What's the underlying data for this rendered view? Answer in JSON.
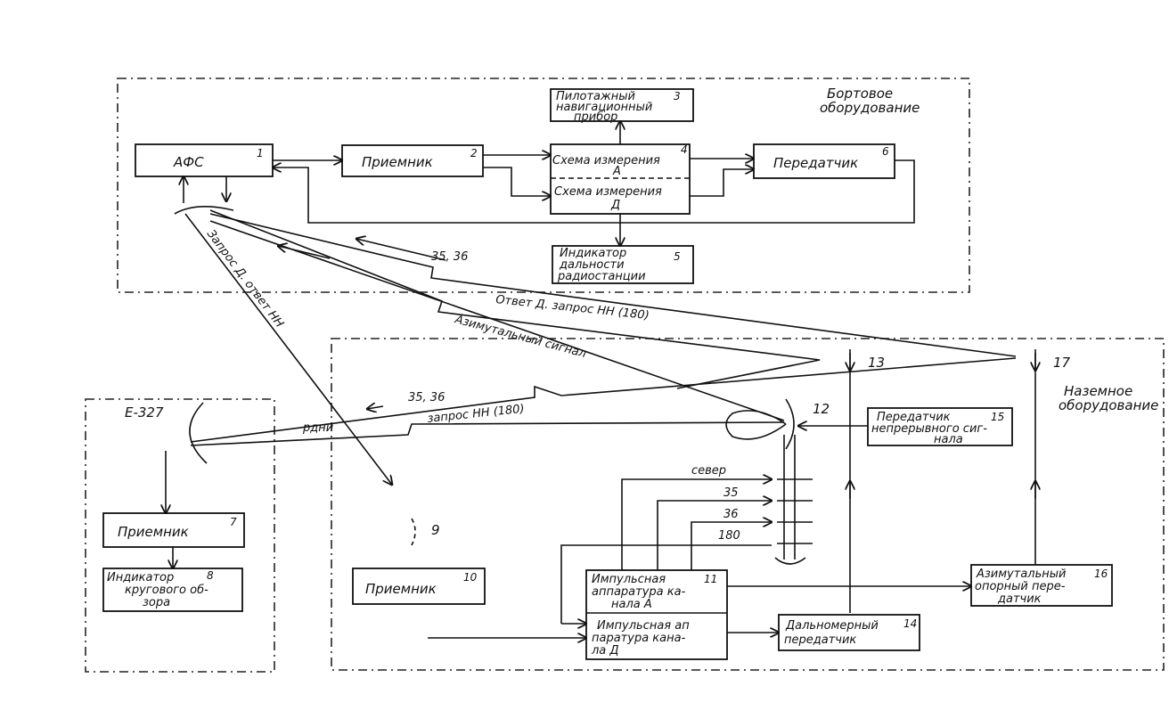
{
  "onboard": {
    "title": [
      "Бортовое",
      "оборудование"
    ],
    "afs": {
      "label": "АФС",
      "num": "1"
    },
    "receiver": {
      "label": "Приемник",
      "num": "2"
    },
    "pilot": {
      "lines": [
        "Пилотажный",
        "навигационный",
        "прибор"
      ],
      "num": "3"
    },
    "meas_a": {
      "lines": [
        "Схема измерения",
        "А"
      ],
      "num": "4"
    },
    "meas_d": {
      "lines": [
        "Схема измерения",
        "Д"
      ]
    },
    "range_ind": {
      "lines": [
        "Индикатор",
        "дальности",
        "радиостанции"
      ],
      "num": "5"
    },
    "transmitter": {
      "label": "Передатчик",
      "num": "6"
    }
  },
  "e327": {
    "title": "Е-327",
    "receiver": {
      "label": "Приемник",
      "num": "7"
    },
    "indicator": {
      "lines": [
        "Индикатор",
        "кругового об-",
        "зора"
      ],
      "num": "8"
    }
  },
  "ground": {
    "title": [
      "Наземное",
      "оборудование"
    ],
    "ant9": {
      "num": "9"
    },
    "receiver10": {
      "label": "Приемник",
      "num": "10"
    },
    "imp11": {
      "lines": [
        "Импульсная",
        "аппаратура ка-",
        "нала А"
      ],
      "num": "11"
    },
    "imp_d": {
      "lines": [
        "Импульсная ап",
        "паратура кана-",
        "ла Д"
      ]
    },
    "ant12": {
      "num": "12"
    },
    "ant13": {
      "num": "13"
    },
    "rng14": {
      "lines": [
        "Дальномерный",
        "передатчик"
      ],
      "num": "14"
    },
    "tx15": {
      "lines": [
        "Передатчик",
        "непрерывного сиг-",
        "нала"
      ],
      "num": "15"
    },
    "az16": {
      "lines": [
        "Азимутальный",
        "опорный пере-",
        "датчик"
      ],
      "num": "16"
    },
    "ant17": {
      "num": "17"
    },
    "sig_north": "север",
    "sig_35": "35",
    "sig_36": "36",
    "sig_180": "180"
  },
  "links": {
    "request_answer": "Запрос Д. ответ НН",
    "freq_3536_a": "35, 36",
    "answer_request": "Ответ Д. запрос НН (180)",
    "azimuth_signal": "Азимутальный сигнал",
    "freq_3536_b": "35, 36",
    "request_nn": "запрос НН (180)",
    "rdni": "рдни"
  }
}
